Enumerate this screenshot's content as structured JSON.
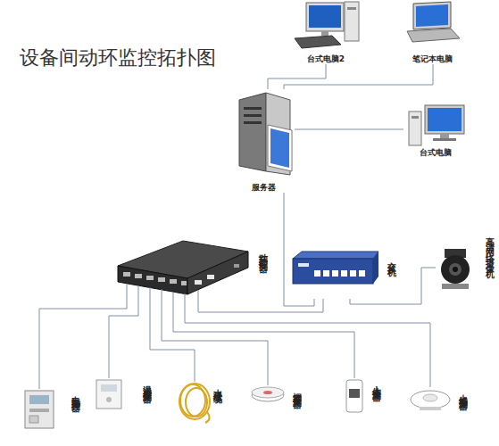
{
  "diagram": {
    "title": "设备间动环监控拓扑图",
    "nodes": [
      {
        "text": [
          "台式电脑2"
        ]
      },
      {
        "text": [
          "笔记本电脑"
        ]
      },
      {
        "text": [
          "服务器"
        ]
      },
      {
        "text": [
          "台式电脑"
        ]
      },
      {
        "text": [
          "动环控制器"
        ]
      },
      {
        "text": [
          "交换机"
        ]
      },
      {
        "text": [
          "高清网络摄像机"
        ]
      },
      {
        "text": [
          "电能采控器"
        ]
      },
      {
        "text": [
          "温湿度探测器"
        ]
      },
      {
        "text": [
          "水浸线缆"
        ]
      },
      {
        "text": [
          "烟雾探测器"
        ]
      },
      {
        "text": [
          "人体探测器"
        ]
      },
      {
        "text": [
          "火焰探测器"
        ]
      }
    ],
    "edges": [
      {
        "from": 2,
        "to": 0,
        "arrow": "none"
      },
      {
        "from": 2,
        "to": 1,
        "arrow": "none"
      },
      {
        "from": 2,
        "to": 3,
        "arrow": "none"
      },
      {
        "from": 2,
        "to": 5,
        "arrow": "none"
      },
      {
        "from": 4,
        "to": 5,
        "arrow": "none"
      },
      {
        "from": 5,
        "to": 6,
        "arrow": "none"
      },
      {
        "from": 4,
        "to": 7,
        "arrow": "none"
      },
      {
        "from": 4,
        "to": 8,
        "arrow": "none"
      },
      {
        "from": 4,
        "to": 9,
        "arrow": "none"
      },
      {
        "from": 4,
        "to": 10,
        "arrow": "none"
      },
      {
        "from": 4,
        "to": 11,
        "arrow": "none"
      },
      {
        "from": 4,
        "to": 12,
        "arrow": "none"
      }
    ]
  }
}
